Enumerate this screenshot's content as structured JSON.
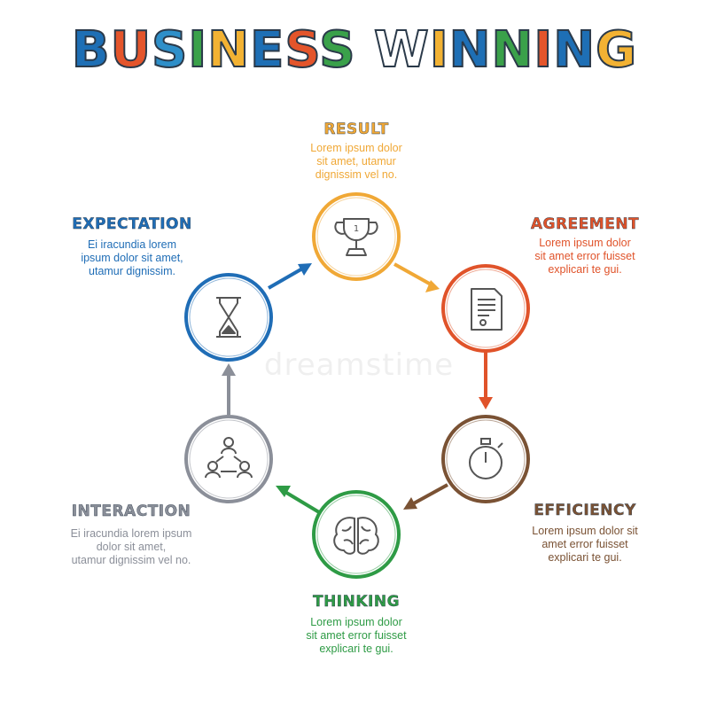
{
  "title": {
    "text": "BUSINESS WINNING",
    "letter_colors": [
      "#1e6fb5",
      "#e4552b",
      "#2e8fc9",
      "#3aa14a",
      "#f2b233",
      "#1e6fb5",
      "#e4552b",
      "#3aa14a",
      "#ffffff",
      "#f2b233",
      "#1e6fb5",
      "#3aa14a",
      "#e4552b",
      "#1e6fb5",
      "#f2b233",
      "#e4552b"
    ]
  },
  "steps": [
    {
      "key": "result",
      "title": "RESULT",
      "text": "Lorem ipsum dolor\nsit amet, utamur\ndignissim vel no.",
      "color": "#f0a836",
      "icon": "trophy-icon"
    },
    {
      "key": "agreement",
      "title": "AGREEMENT",
      "text": "Lorem ipsum dolor\nsit amet error fuisset\nexplicari te gui.",
      "color": "#e0532a",
      "icon": "document-icon"
    },
    {
      "key": "efficiency",
      "title": "EFFICIENCY",
      "text": "Lorem ipsum dolor sit\namet error fuisset\nexplicari te gui.",
      "color": "#7a5234",
      "icon": "stopwatch-icon"
    },
    {
      "key": "thinking",
      "title": "THINKING",
      "text": "Lorem ipsum dolor\nsit amet error fuisset\nexplicari te gui.",
      "color": "#2e9b45",
      "icon": "brain-icon"
    },
    {
      "key": "interaction",
      "title": "INTERACTION",
      "text": "Ei iracundia lorem ipsum\ndolor sit amet,\nutamur dignissim vel no.",
      "color": "#8b8f99",
      "icon": "network-icon"
    },
    {
      "key": "expectation",
      "title": "EXPECTATION",
      "text": "Ei iracundia lorem\nipsum dolor sit amet,\nutamur dignissim.",
      "color": "#1f6db6",
      "icon": "hourglass-icon"
    }
  ],
  "watermark": "dreamstime"
}
